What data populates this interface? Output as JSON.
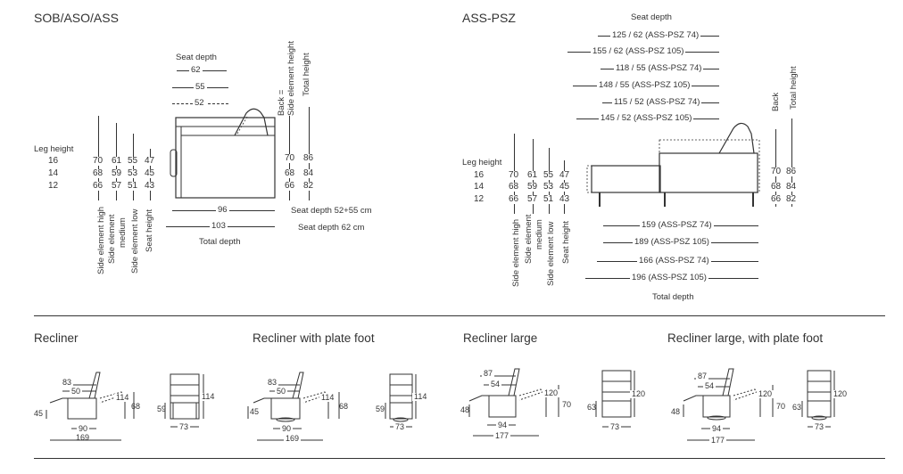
{
  "left": {
    "title": "SOB/ASO/ASS",
    "seat_depth_label": "Seat depth",
    "seat_depths": [
      "62",
      "55",
      "52"
    ],
    "back_label_line1": "Back =",
    "back_label_line2": "Side element height",
    "total_height_label": "Total height",
    "leg_height_label": "Leg height",
    "leg_heights": [
      "16",
      "14",
      "12"
    ],
    "col_side_high": [
      "70",
      "68",
      "66"
    ],
    "col_side_medium": [
      "61",
      "59",
      "57"
    ],
    "col_side_low": [
      "55",
      "53",
      "51"
    ],
    "col_seat_height": [
      "47",
      "45",
      "43"
    ],
    "back_values": [
      "70",
      "68",
      "66"
    ],
    "total_values": [
      "86",
      "84",
      "82"
    ],
    "col_labels": [
      "Side element high",
      "Side element medium",
      "Side element low",
      "Seat height"
    ],
    "col_label_medium_line1": "Side element",
    "col_label_medium_line2": "medium",
    "dim_96": "96",
    "dim_103": "103",
    "seat_depth_note_1": "Seat depth 52+55 cm",
    "seat_depth_note_2": "Seat depth 62 cm",
    "total_depth_label": "Total depth"
  },
  "right": {
    "title": "ASS-PSZ",
    "seat_depth_label": "Seat depth",
    "seat_depths": [
      "125 / 62 (ASS-PSZ 74)",
      "155 / 62 (ASS-PSZ 105)",
      "118 / 55 (ASS-PSZ 74)",
      "148 / 55 (ASS-PSZ 105)",
      "115 / 52 (ASS-PSZ 74)",
      "145 / 52 (ASS-PSZ 105)"
    ],
    "back_label": "Back",
    "total_height_label": "Total height",
    "leg_height_label": "Leg height",
    "leg_heights": [
      "16",
      "14",
      "12"
    ],
    "col_side_high": [
      "70",
      "68",
      "66"
    ],
    "col_side_medium": [
      "61",
      "59",
      "57"
    ],
    "col_side_low": [
      "55",
      "53",
      "51"
    ],
    "col_seat_height": [
      "47",
      "45",
      "43"
    ],
    "back_values": [
      "70",
      "68",
      "66"
    ],
    "total_values": [
      "86",
      "84",
      "82"
    ],
    "col_label_high": "Side element high",
    "col_label_medium_line1": "Side element",
    "col_label_medium_line2": "medium",
    "col_label_low": "Side element low",
    "col_label_seat": "Seat height",
    "total_depths": [
      "159 (ASS-PSZ 74)",
      "189 (ASS-PSZ 105)",
      "166 (ASS-PSZ 74)",
      "196 (ASS-PSZ 105)"
    ],
    "total_depth_label": "Total depth"
  },
  "recliners": [
    {
      "title": "Recliner",
      "d1": "83",
      "d2": "50",
      "h_left": "45",
      "h_right1": "114",
      "h_right2": "68",
      "w1": "90",
      "w2": "169",
      "front_h": "114",
      "front_seat": "59",
      "front_w": "73"
    },
    {
      "title": "Recliner with plate foot",
      "d1": "83",
      "d2": "50",
      "h_left": "45",
      "h_right1": "114",
      "h_right2": "68",
      "w1": "90",
      "w2": "169",
      "front_h": "114",
      "front_seat": "59",
      "front_w": "73"
    },
    {
      "title": "Recliner large",
      "d1": "87",
      "d2": "54",
      "h_left": "48",
      "h_right1": "120",
      "h_right2": "70",
      "w1": "94",
      "w2": "177",
      "front_h": "120",
      "front_seat": "63",
      "front_w": "73"
    },
    {
      "title": "Recliner large, with plate foot",
      "d1": "87",
      "d2": "54",
      "h_left": "48",
      "h_right1": "120",
      "h_right2": "70",
      "w1": "94",
      "w2": "177",
      "front_h": "120",
      "front_seat": "63",
      "front_w": "73"
    }
  ]
}
